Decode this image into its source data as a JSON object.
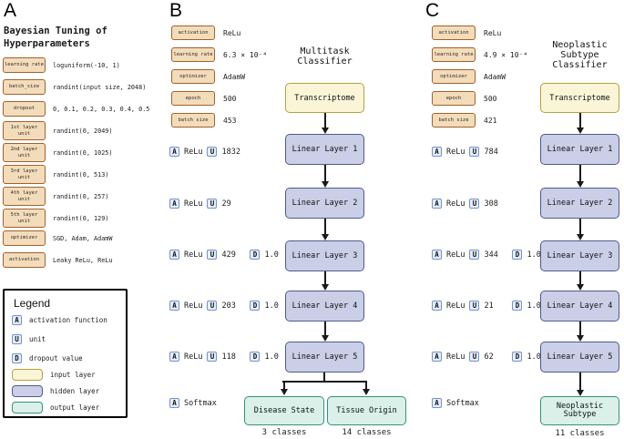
{
  "symbols": {
    "activation": "A",
    "unit": "U",
    "dropout": "D"
  },
  "colors": {
    "param_fill": "#f3dcba",
    "param_border": "#a2612b",
    "input_fill": "#faf5d7",
    "input_border": "#b3a33f",
    "hidden_fill": "#cacfe7",
    "hidden_border": "#4e5a8e",
    "output_fill": "#daf0e9",
    "output_border": "#36917c",
    "badge_fill": "#e7edf8",
    "badge_border": "#6e93d6",
    "arrow": "#1a1a1a"
  },
  "panelA": {
    "letter": "A",
    "title": [
      "Bayesian Tuning of",
      "Hyperparameters"
    ],
    "params": [
      {
        "label": "learning rate",
        "value": "loguniform(-10, 1)"
      },
      {
        "label": "batch_size",
        "value": "randint(input size, 2048)"
      },
      {
        "label": "dropout",
        "value": "0, 0.1, 0.2, 0.3, 0.4, 0.5"
      },
      {
        "label": "1st layer unit",
        "value": "randint(0, 2049)"
      },
      {
        "label": "2nd layer unit",
        "value": "randint(0, 1025)"
      },
      {
        "label": "3rd layer unit",
        "value": "randint(0, 513)"
      },
      {
        "label": "4th layer unit",
        "value": "randint(0, 257)"
      },
      {
        "label": "5th layer unit",
        "value": "randint(0, 129)"
      },
      {
        "label": "optimizer",
        "value": "SGD, Adam, AdamW"
      },
      {
        "label": "activation",
        "value": "Leaky ReLu, ReLu"
      }
    ],
    "legend": {
      "title": "Legend",
      "items": [
        {
          "symbol": "A",
          "label": "activation function"
        },
        {
          "symbol": "U",
          "label": "unit"
        },
        {
          "symbol": "D",
          "label": "dropout value"
        }
      ],
      "swatches": [
        {
          "label": "input layer"
        },
        {
          "label": "hidden layer"
        },
        {
          "label": "output layer"
        }
      ]
    }
  },
  "panelB": {
    "letter": "B",
    "title": [
      "Multitask",
      "Classifier"
    ],
    "hyperparams": [
      {
        "label": "activation",
        "value": "ReLu"
      },
      {
        "label": "learning rate",
        "value": "6.3 × 10⁻⁴"
      },
      {
        "label": "optimizer",
        "value": "AdamW"
      },
      {
        "label": "epoch",
        "value": "500"
      },
      {
        "label": "batch size",
        "value": "453"
      }
    ],
    "input_label": "Transcriptome",
    "layers": [
      {
        "label": "Linear Layer 1",
        "activation": "ReLu",
        "units": "1832"
      },
      {
        "label": "Linear Layer 2",
        "activation": "ReLu",
        "units": "29"
      },
      {
        "label": "Linear Layer 3",
        "activation": "ReLu",
        "units": "429",
        "dropout": "1.0"
      },
      {
        "label": "Linear Layer 4",
        "activation": "ReLu",
        "units": "203",
        "dropout": "1.0"
      },
      {
        "label": "Linear Layer 5",
        "activation": "ReLu",
        "units": "118",
        "dropout": "1.0"
      }
    ],
    "softmax_label": "Softmax",
    "outputs": [
      {
        "label": "Disease State",
        "classes": "3 classes"
      },
      {
        "label": "Tissue Origin",
        "classes": "14 classes"
      }
    ]
  },
  "panelC": {
    "letter": "C",
    "title": [
      "Neoplastic",
      "Subtype",
      "Classifier"
    ],
    "hyperparams": [
      {
        "label": "activation",
        "value": "ReLu"
      },
      {
        "label": "learning rate",
        "value": "4.9 × 10⁻⁴"
      },
      {
        "label": "optimizer",
        "value": "AdamW"
      },
      {
        "label": "epoch",
        "value": "500"
      },
      {
        "label": "batch size",
        "value": "421"
      }
    ],
    "input_label": "Transcriptome",
    "layers": [
      {
        "label": "Linear Layer 1",
        "activation": "ReLu",
        "units": "784"
      },
      {
        "label": "Linear Layer 2",
        "activation": "ReLu",
        "units": "308"
      },
      {
        "label": "Linear Layer 3",
        "activation": "ReLu",
        "units": "344",
        "dropout": "1.0"
      },
      {
        "label": "Linear Layer 4",
        "activation": "ReLu",
        "units": "21",
        "dropout": "1.0"
      },
      {
        "label": "Linear Layer 5",
        "activation": "ReLu",
        "units": "62",
        "dropout": "1.0"
      }
    ],
    "softmax_label": "Softmax",
    "outputs": [
      {
        "label_lines": [
          "Neoplastic",
          "Subtype"
        ],
        "classes": "11 classes"
      }
    ]
  }
}
